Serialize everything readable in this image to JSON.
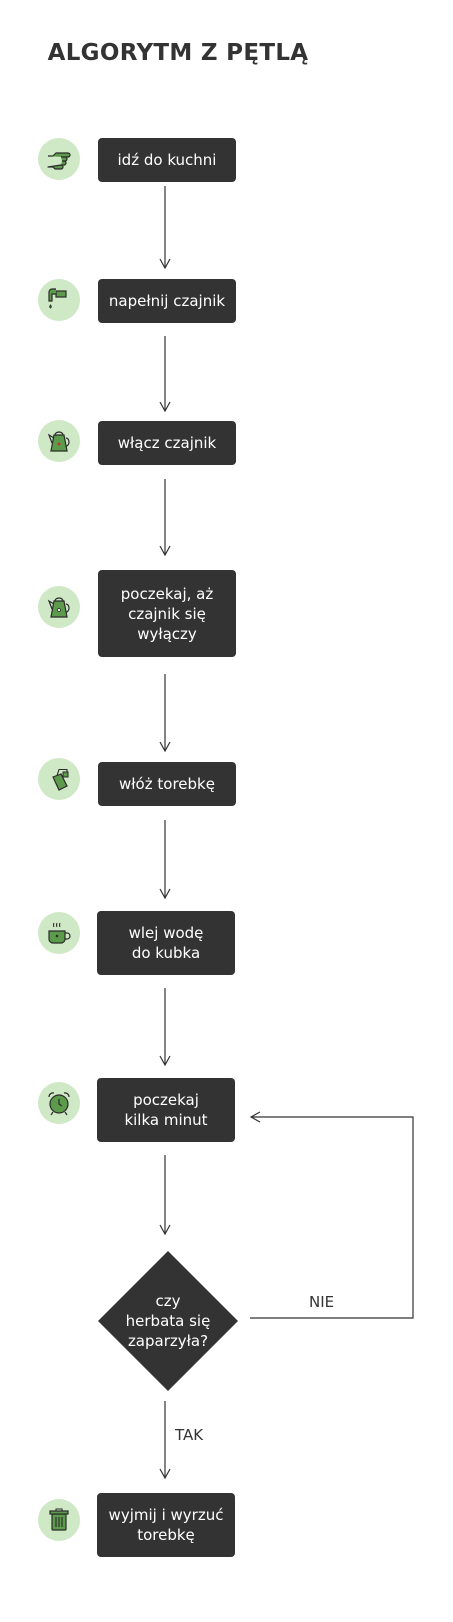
{
  "title": "ALGORYTM Z PĘTLĄ",
  "steps": [
    {
      "label": "idź do kuchni",
      "icon": "pointing-hand-icon"
    },
    {
      "label": "napełnij czajnik",
      "icon": "water-tap-icon"
    },
    {
      "label": "włącz czajnik",
      "icon": "kettle-icon"
    },
    {
      "label": "poczekaj, aż\nczajnik się\nwyłączy",
      "icon": "kettle-off-icon"
    },
    {
      "label": "włóż torebkę",
      "icon": "tea-bag-icon"
    },
    {
      "label": "wlej wodę\ndo kubka",
      "icon": "cup-icon"
    },
    {
      "label": "poczekaj\nkilka minut",
      "icon": "alarm-clock-icon"
    }
  ],
  "decision": {
    "label": "czy\nherbata się\nzaparzyła?"
  },
  "edges": {
    "no": "NIE",
    "yes": "TAK"
  },
  "final": {
    "label": "wyjmij i wyrzuć\ntorebkę",
    "icon": "trash-can-icon"
  },
  "colors": {
    "node": "#333333",
    "icon_bg": "#cfe8c5",
    "icon": "#4a8a3c",
    "line": "#333333"
  }
}
